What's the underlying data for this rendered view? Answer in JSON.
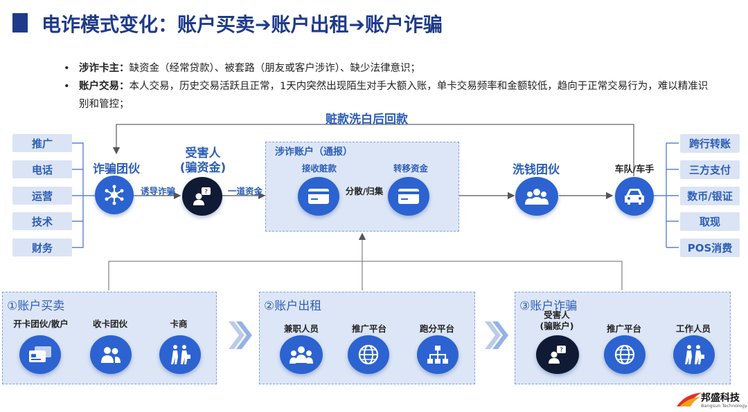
{
  "header": {
    "title": "电诈模式变化：账户买卖➔账户出租➔账户诈骗"
  },
  "bullets": [
    {
      "dot": "•",
      "bold": "涉诈卡主：",
      "text": "缺资金（经常贷款）、被套路（朋友或客户涉诈）、缺少法律意识；"
    },
    {
      "dot": "•",
      "bold": "账户交易：",
      "text": "本人交易，历史交易活跃且正常，1天内突然出现陌生对手大额入账，单卡交易频率和金额较低，趋向于正常交易行为，难以精准识别和管控；"
    }
  ],
  "flow": {
    "loop_label": "赃款洗白后回款",
    "left_sources": [
      "推广",
      "电话",
      "运营",
      "技术",
      "财务"
    ],
    "fraud_group": "诈骗团伙",
    "edge_induce": "诱导诈骗",
    "victim": "受害人\n(骗资金)",
    "edge_transfer": "一道资金",
    "account_panel": {
      "title": "涉诈账户（通报）",
      "receive": "接收赃款",
      "move": "转移资金",
      "edge_split": "分散/归集"
    },
    "laundering": "洗钱团伙",
    "car_team": "车队/车手",
    "right_channels": [
      "跨行转账",
      "三方支付",
      "数币/银证",
      "取现",
      "POS消费"
    ]
  },
  "modes": [
    {
      "title": "①账户买卖",
      "nodes": [
        "开卡团伙/散户",
        "收卡团伙",
        "卡商"
      ]
    },
    {
      "title": "②账户出租",
      "nodes": [
        "兼职人员",
        "推广平台",
        "跑分平台"
      ]
    },
    {
      "title": "③账户诈骗",
      "nodes": [
        "受害人\n(骗账户)",
        "推广平台",
        "工作人员"
      ]
    }
  ],
  "logo": {
    "name": "邦盛科技",
    "sub": "Bangsun Technology"
  },
  "colors": {
    "primary": "#2c63d0",
    "dark": "#101a34",
    "title": "#1e3a8a",
    "panel": "#dde6f6"
  }
}
